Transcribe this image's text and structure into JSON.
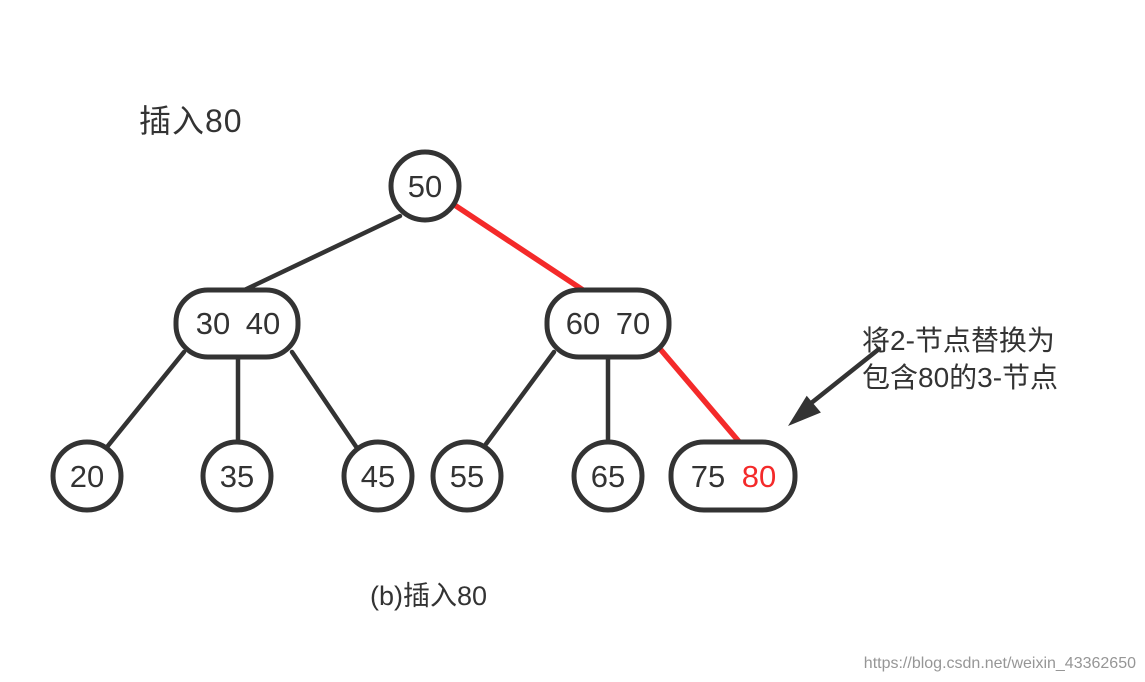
{
  "title": "插入80",
  "caption": "(b)插入80",
  "watermark": "https://blog.csdn.net/weixin_43362650",
  "annotation": {
    "line1": "将2-节点替换为",
    "line2": "包含80的3-节点"
  },
  "tree": {
    "type": "2-3 tree",
    "root": {
      "value": "50"
    },
    "internal_left": {
      "values": [
        "30",
        "40"
      ]
    },
    "internal_right": {
      "values": [
        "60",
        "70"
      ]
    },
    "leaves": [
      {
        "value": "20"
      },
      {
        "value": "35"
      },
      {
        "value": "45"
      },
      {
        "value": "55"
      },
      {
        "value": "65"
      }
    ],
    "leaf_right": {
      "values": [
        "75",
        "80"
      ],
      "highlighted_value": "80"
    },
    "highlighted_path": [
      "50",
      "60 70",
      "75 80"
    ]
  },
  "colors": {
    "background": "#ffffff",
    "node_fill": "#ffffff",
    "node_border": "#333333",
    "edge": "#333333",
    "highlight_red": "#f42a2a",
    "text": "#333333",
    "watermark_gray": "#969696"
  }
}
